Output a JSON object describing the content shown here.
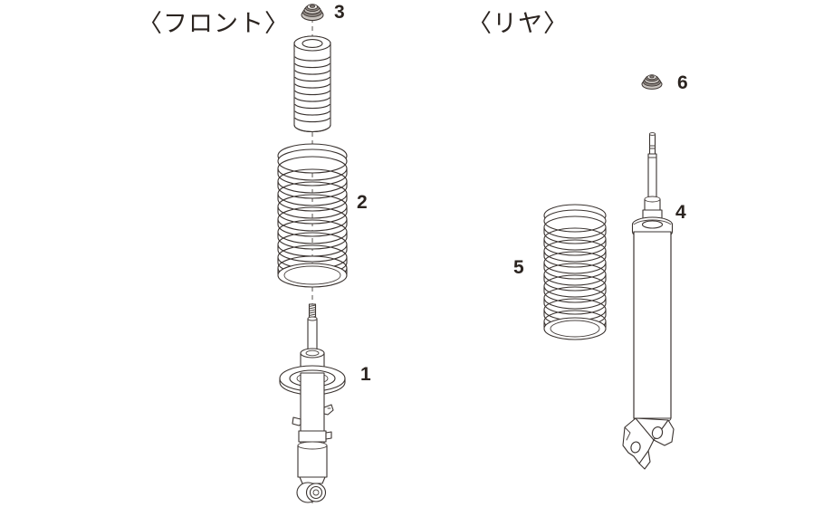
{
  "diagram": {
    "title": "Suspension parts exploded diagram",
    "background_color": "#ffffff",
    "line_color": "#3a3330",
    "text_color": "#2b2420",
    "sections": [
      {
        "id": "front",
        "heading": "〈フロント〉",
        "heading_romaji": "Front"
      },
      {
        "id": "rear",
        "heading": "〈リヤ〉",
        "heading_romaji": "Rear"
      }
    ],
    "callouts": [
      {
        "number": "1",
        "part": "front-strut-shock-absorber",
        "section": "front"
      },
      {
        "number": "2",
        "part": "front-coil-spring",
        "section": "front"
      },
      {
        "number": "3",
        "part": "front-dust-boot-bump-stop",
        "section": "front"
      },
      {
        "number": "4",
        "part": "rear-shock-absorber",
        "section": "rear"
      },
      {
        "number": "5",
        "part": "rear-coil-spring",
        "section": "rear"
      },
      {
        "number": "6",
        "part": "rear-mounting-nut",
        "section": "rear"
      }
    ]
  }
}
